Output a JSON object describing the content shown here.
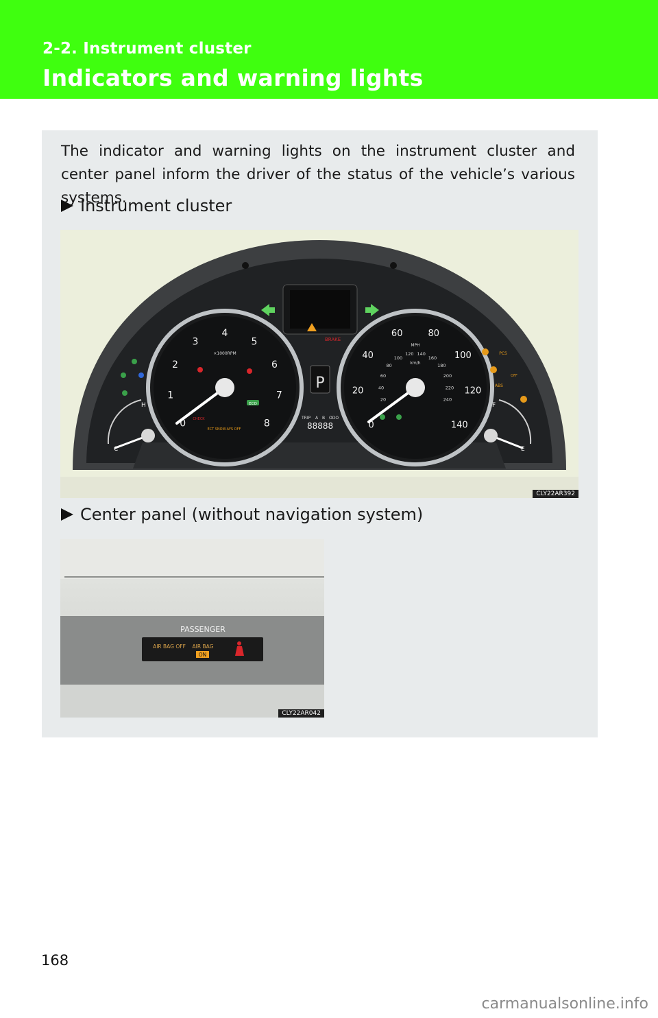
{
  "header": {
    "section": "2-2. Instrument cluster",
    "title": "Indicators and warning lights",
    "color": "#3fff0f"
  },
  "intro": "The indicator and warning lights on the instrument cluster and center panel inform the driver of the status of the vehicle’s various systems.",
  "sections": [
    {
      "label": "Instrument cluster",
      "figure_code": "CLY22AR392"
    },
    {
      "label": "Center panel (without navigation system)",
      "figure_code": "CLY22AR042"
    }
  ],
  "cluster": {
    "tach_numbers": [
      "0",
      "1",
      "2",
      "3",
      "4",
      "5",
      "6",
      "7",
      "8"
    ],
    "tach_unit": "×1000RPM",
    "speed_mph": [
      "0",
      "20",
      "40",
      "60",
      "80",
      "100",
      "120",
      "140"
    ],
    "speed_mph_unit": "MPH",
    "speed_kmh": [
      "20",
      "40",
      "60",
      "80",
      "100",
      "120",
      "140",
      "160",
      "180",
      "200",
      "220",
      "240"
    ],
    "speed_kmh_unit": "km/h",
    "temp_labels": [
      "C",
      "H"
    ],
    "fuel_labels": [
      "E",
      "F"
    ],
    "gear": "P",
    "odo_labels": [
      "TRIP",
      "A",
      "B",
      "ODO"
    ],
    "odo_value": "88888",
    "indicator_texts": [
      "BRAKE",
      "PCS",
      "ABS",
      "OFF",
      "ECO",
      "CHECK",
      "ECT SNOW",
      "AFS OFF"
    ]
  },
  "passenger_panel": {
    "title": "PASSENGER",
    "off_label": "AIR BAG OFF",
    "on_label": "AIR BAG",
    "on_state": "ON"
  },
  "page_number": "168",
  "watermark": "carmanualsonline.info"
}
